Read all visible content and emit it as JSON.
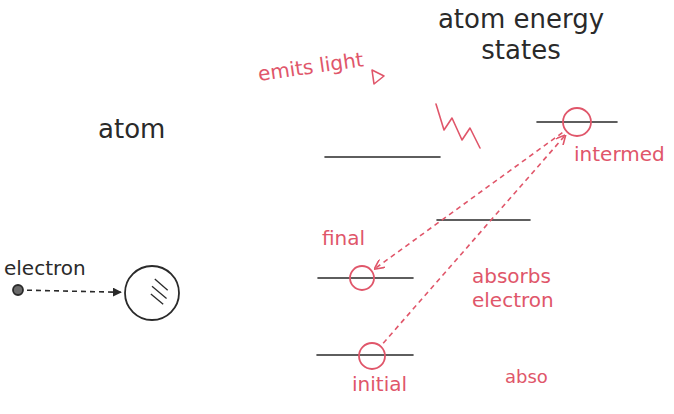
{
  "diagram": {
    "nodes": [
      {
        "text": [
          "atom"
        ]
      },
      {
        "text": [
          "electron"
        ]
      },
      {
        "text": [
          "intermed"
        ]
      },
      {
        "text": [
          "final"
        ]
      },
      {
        "text": [
          "initial"
        ]
      }
    ],
    "edges": [
      {
        "from": 1,
        "to": 0,
        "arrow": "to"
      },
      {
        "from": 4,
        "to": 2,
        "arrow": "to"
      },
      {
        "from": 2,
        "to": 3,
        "arrow": "to"
      }
    ],
    "labels": [
      "atom energy states",
      "emits light",
      "absorbs electron",
      "abso"
    ]
  }
}
